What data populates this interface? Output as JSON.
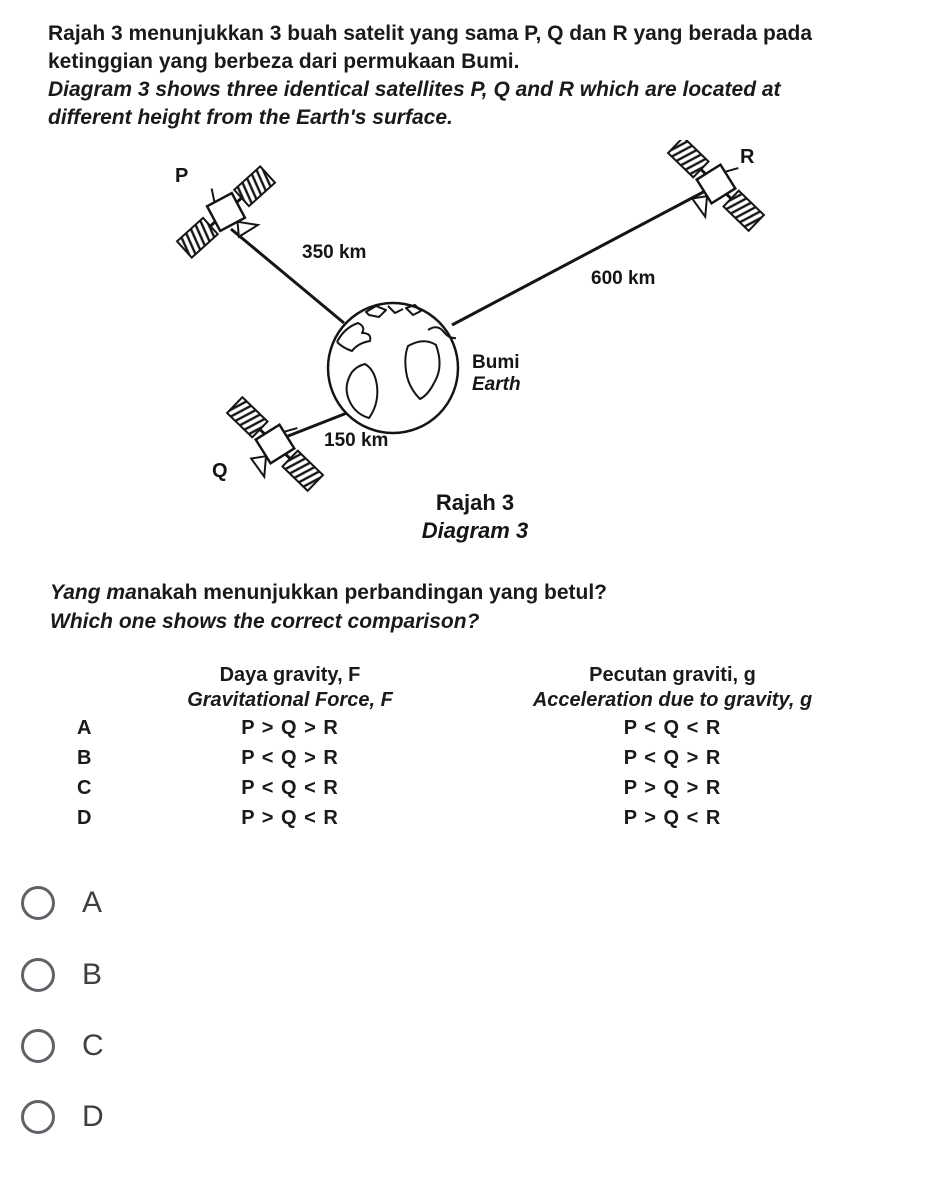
{
  "question": {
    "intro_my_line1": "Rajah 3 menunjukkan 3 buah satelit yang sama P, Q dan R yang berada pada",
    "intro_my_line2": "ketinggian yang berbeza dari permukaan Bumi.",
    "intro_en_line1": "Diagram 3 shows three identical satellites P, Q and R which are located at",
    "intro_en_line2": "different height from the Earth's surface.",
    "prompt_my_italic_part": "Yang ma",
    "prompt_my_rest": "nakah menunjukkan perbandingan yang betul?",
    "prompt_en": "Which one shows the correct comparison?"
  },
  "diagram": {
    "satellite_p_label": "P",
    "satellite_q_label": "Q",
    "satellite_r_label": "R",
    "distance_p": "350 km",
    "distance_q": "150 km",
    "distance_r": "600 km",
    "earth_label_my": "Bumi",
    "earth_label_en": "Earth",
    "caption_my": "Rajah 3",
    "caption_en": "Diagram 3"
  },
  "table": {
    "col_force_header_my": "Daya gravity, F",
    "col_force_header_en": "Gravitational Force, F",
    "col_accel_header_my": "Pecutan graviti, g",
    "col_accel_header_en": "Acceleration due to gravity, g",
    "rows": [
      {
        "letter": "A",
        "force": "P > Q > R",
        "acceleration": "P < Q < R"
      },
      {
        "letter": "B",
        "force": "P < Q > R",
        "acceleration": "P < Q > R"
      },
      {
        "letter": "C",
        "force": "P < Q < R",
        "acceleration": "P > Q > R"
      },
      {
        "letter": "D",
        "force": "P > Q < R",
        "acceleration": "P > Q < R"
      }
    ]
  },
  "options": [
    {
      "label": "A",
      "selected": false
    },
    {
      "label": "B",
      "selected": false
    },
    {
      "label": "C",
      "selected": false
    },
    {
      "label": "D",
      "selected": false
    }
  ],
  "colors": {
    "ink": "#1a1a1a",
    "radio_border": "#5f6368",
    "radio_label": "#3c4043",
    "background": "#ffffff"
  }
}
